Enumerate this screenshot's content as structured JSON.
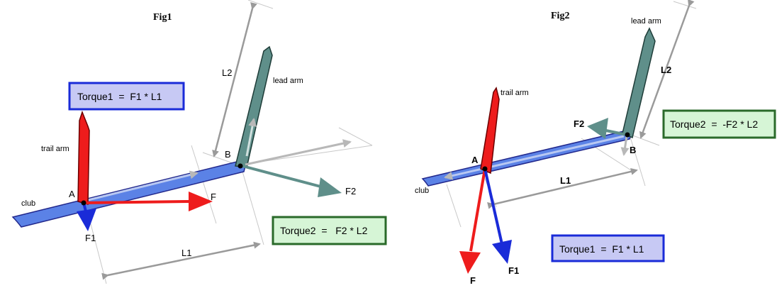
{
  "fig1": {
    "title": "Fig1",
    "lead_arm": "lead arm",
    "trail_arm": "trail arm",
    "club": "club",
    "point_a": "A",
    "point_b": "B",
    "force_f": "F",
    "force_f1": "F1",
    "force_f2": "F2",
    "length_l1": "L1",
    "length_l2": "L2",
    "torque1": "Torque1  =  F1 * L1",
    "torque2": "Torque2  =   F2 * L2"
  },
  "fig2": {
    "title": "Fig2",
    "lead_arm": "lead arm",
    "trail_arm": "trail arm",
    "club": "club",
    "point_a": "A",
    "point_b": "B",
    "force_f": "F",
    "force_f1": "F1",
    "force_f2": "F2",
    "length_l1": "L1",
    "length_l2": "L2",
    "torque1": "Torque1  =  F1 * L1",
    "torque2": "Torque2  =  -F2 * L2"
  },
  "colors": {
    "club": "#5b82e6",
    "trail_arm": "#ee1c1c",
    "lead_arm": "#5f8f8a",
    "force_f": "#ee1c1c",
    "force_f1": "#1a2bd8",
    "force_f2": "#5f8f8a",
    "torque1_fill": "#c7c9f4",
    "torque1_border": "#1a2bd8",
    "torque2_fill": "#d6f5d6",
    "torque2_border": "#2a6a2a",
    "dimension": "#9a9a9a"
  }
}
